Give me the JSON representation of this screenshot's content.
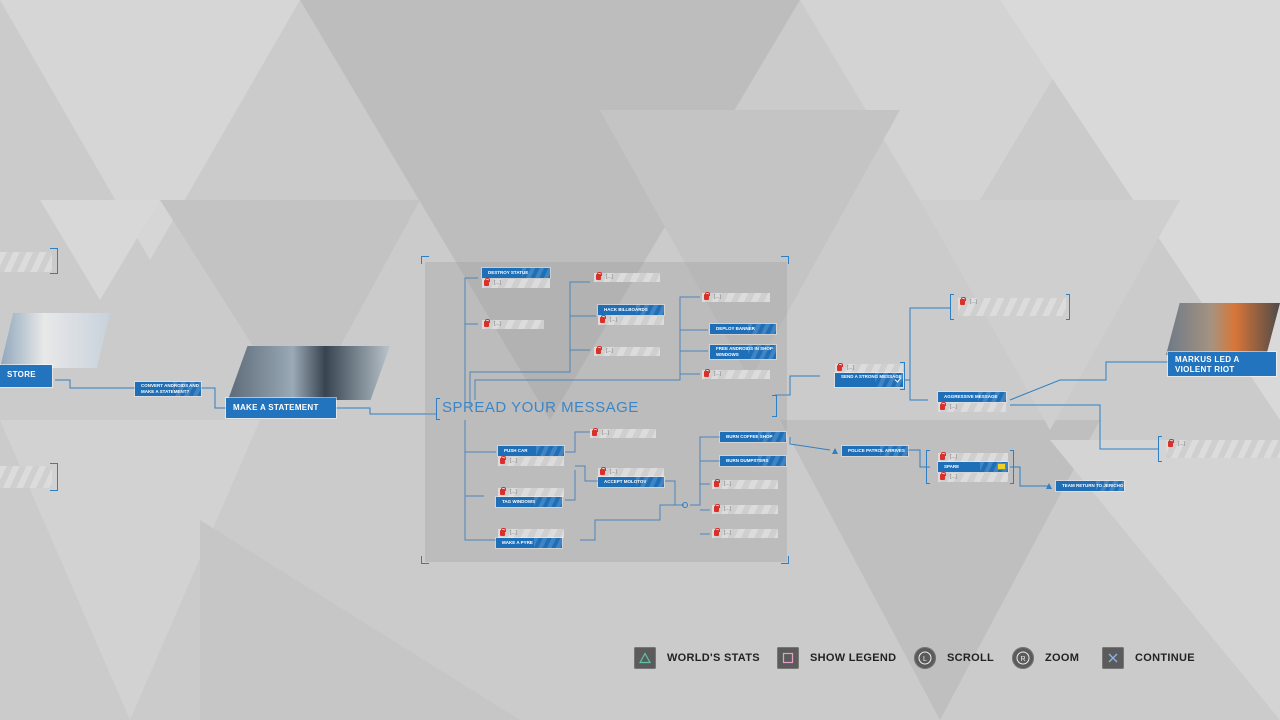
{
  "chapter": {
    "title": "SPREAD YOUR MESSAGE"
  },
  "left_nodes": {
    "store_label": "STORE",
    "convert_label": "CONVERT ANDROIDS AND MAKE A STATEMENT?",
    "statement_label": "MAKE A STATEMENT"
  },
  "top_branch": {
    "destroy_statue": "DESTROY STATUE",
    "hack_billboards": "HACK BILLBOARDS",
    "deploy_banner": "DEPLOY BANNER",
    "free_androids": "FREE ANDROIDS IN SHOP WINDOWS"
  },
  "bottom_branch": {
    "push_car": "PUSH CAR",
    "tag_windows": "TAG WINDOWS",
    "make_pyre": "MAKE A PYRE",
    "accept_molotov": "ACCEPT MOLOTOV",
    "burn_coffee_shop": "BURN COFFEE SHOP",
    "burn_dumpsters": "BURN DUMPSTERS"
  },
  "right_branch": {
    "send_strong_message": "SEND A STRONG MESSAGE",
    "police_patrol": "POLICE PATROL ARRIVES",
    "aggressive_message": "AGGRESSIVE MESSAGE",
    "spare": "SPARE",
    "team_return": "TEAM RETURN TO JERICHO",
    "markus_riot": "MARKUS LED A VIOLENT RIOT"
  },
  "locked_text": "[...]",
  "footer": {
    "world_stats": "WORLD'S STATS",
    "show_legend": "SHOW LEGEND",
    "scroll": "SCROLL",
    "zoom": "ZOOM",
    "continue": "CONTINUE"
  },
  "colors": {
    "node_blue": "#1f6fb8",
    "accent_blue": "#3b86c8",
    "lock_red": "#d9302a",
    "background": "#c9c9c9",
    "highlight_yellow": "#f0d020"
  },
  "icons": {
    "world_stats": "triangle-icon",
    "show_legend": "square-icon",
    "scroll": "l-stick-icon",
    "zoom": "r-stick-icon",
    "continue": "cross-icon"
  }
}
